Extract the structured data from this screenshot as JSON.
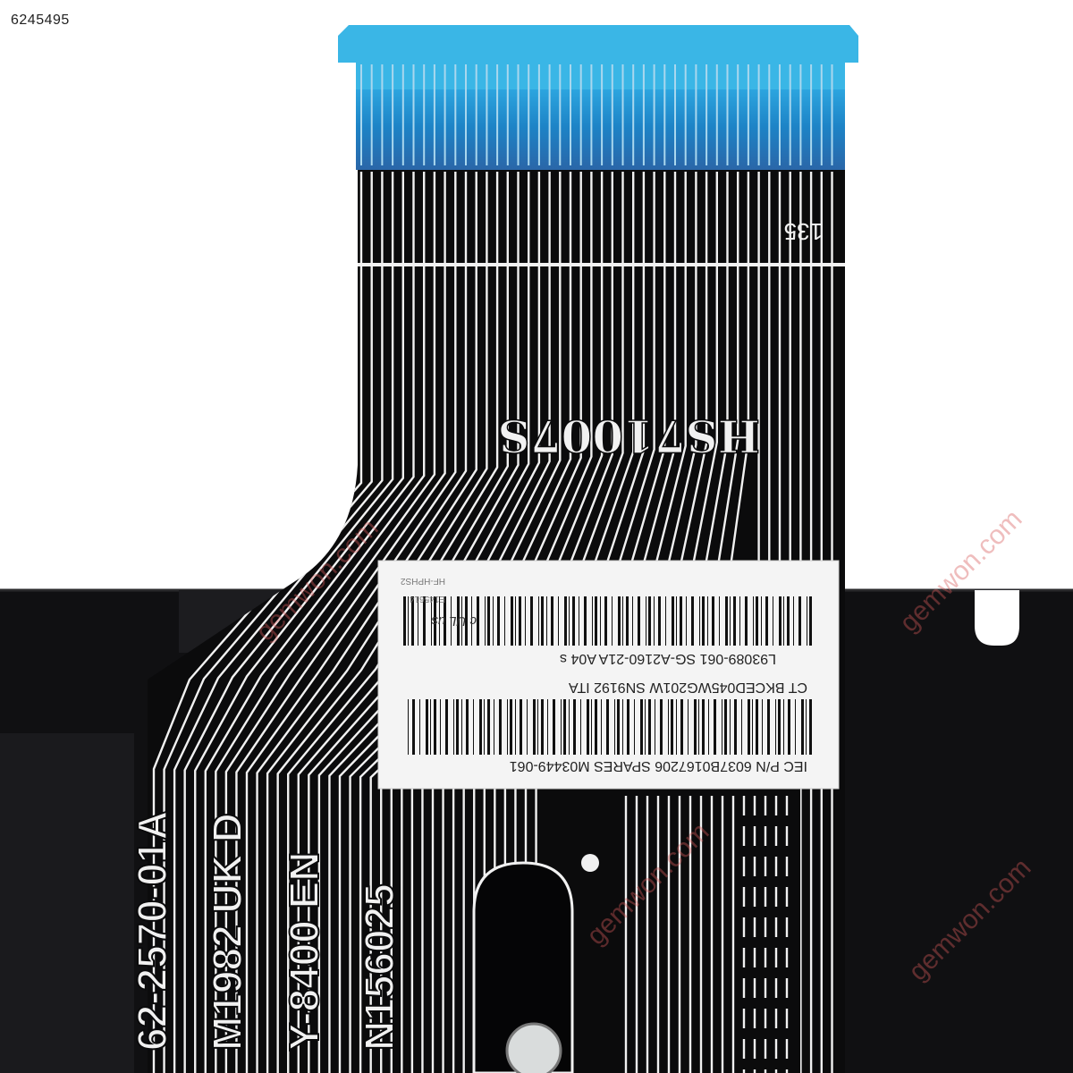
{
  "product_id": "6245495",
  "watermark_text": "gemwon.com",
  "cable_label": {
    "rows": [
      {
        "barcode": true
      },
      {
        "text": "L93089-061          SG-A2160-21A      A04 s"
      },
      {
        "text": "CT  BKCED045WG201W     SN9192     ITA"
      },
      {
        "barcode": true
      },
      {
        "text": "IEC P/N  6037B0167206   SPARES  M03449-061"
      }
    ],
    "small_marks": [
      "c UL us",
      "E145614",
      "HF-HPHS2"
    ]
  },
  "cable_print": {
    "part_number": "HS71007S",
    "pin_number": "135",
    "vertical_codes": [
      "62-2570-01A",
      "M1982 UK D",
      "Y-8400 EN",
      "N156025"
    ]
  },
  "colors": {
    "cable_black": "#0b0b0c",
    "connector_blue": "#1e86c8",
    "tab_cyan": "#3ab6e6",
    "trace_white": "#f1f1f1"
  }
}
